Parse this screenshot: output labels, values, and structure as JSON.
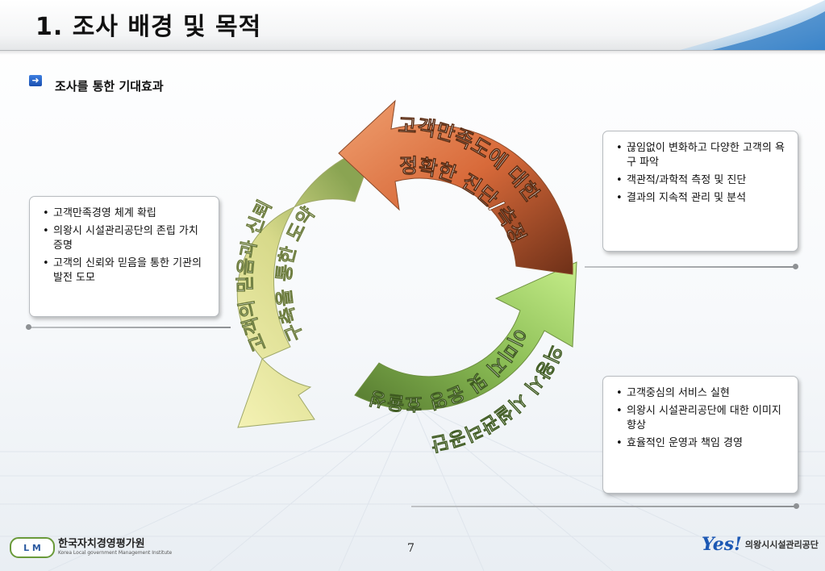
{
  "header": {
    "title": "1. 조사 배경 및 목적"
  },
  "subtitle": {
    "icon": "arrow-right-icon",
    "text": "조사를 통한 기대효과"
  },
  "boxes": {
    "left": {
      "items": [
        "고객만족경영 체계 확립",
        "의왕시 시설관리공단의 존립 가치 증명",
        "고객의 신뢰와 믿음을 통한 기관의 발전 도모"
      ]
    },
    "top_right": {
      "items": [
        "끊임없이 변화하고 다양한 고객의 욕구 파악",
        "객관적/과학적 측정 및 진단",
        "결과의 지속적 관리 및 분석"
      ]
    },
    "bottom_right": {
      "items": [
        "고객중심의 서비스 실현",
        "의왕시 시설관리공단에 대한 이미지 향상",
        "효율적인 운영과 책임 경영"
      ]
    }
  },
  "cycle": {
    "arrow_orange": {
      "line1": "고객만족도에 대한",
      "line2": "정확한 진단/측정"
    },
    "arrow_green": {
      "line1": "의왕시 시설관리공단",
      "line2": "이미지 및 운영 효율성"
    },
    "arrow_yellow": {
      "line1": "고객의 믿음과 신뢰",
      "line2": "구축을 통한 도약"
    },
    "colors": {
      "orange": "#e07a45",
      "brown": "#7a3a20",
      "green": "#9cc85a",
      "yellow": "#e8e690"
    }
  },
  "footer": {
    "page_number": "7",
    "left_logo": {
      "mark": "L M",
      "name": "한국자치경영평가원",
      "sub": "Korea Local government Management Institute"
    },
    "right_logo": {
      "mark": "Yes!",
      "name": "의왕시시설관리공단"
    }
  }
}
